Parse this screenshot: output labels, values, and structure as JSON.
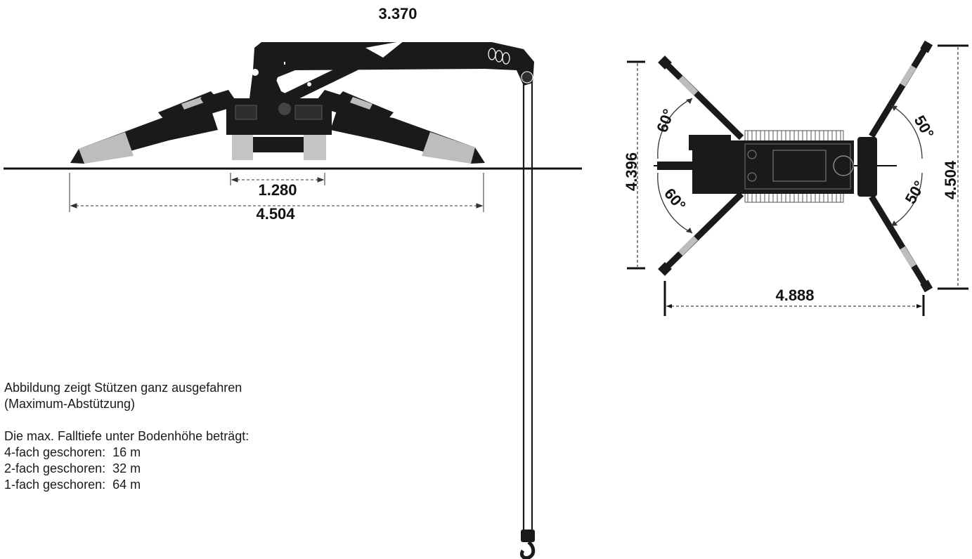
{
  "side_view": {
    "boom_length_label": "3.370",
    "track_width_label": "1.280",
    "outrigger_span_label": "4.504"
  },
  "top_view": {
    "length_label": "4.396",
    "width_label": "4.504",
    "span_label": "4.888",
    "angle_front_upper": "60°",
    "angle_front_lower": "60°",
    "angle_rear_upper": "50°",
    "angle_rear_lower": "50°"
  },
  "notes": {
    "line1": "Abbildung zeigt Stützen ganz ausgefahren",
    "line2": "(Maximum-Abstützung)",
    "line3": "Die max. Falltiefe unter Bodenhöhe beträgt:",
    "line4": "4-fach geschoren:  16 m",
    "line5": "2-fach geschoren:  32 m",
    "line6": "1-fach geschoren:  64 m"
  }
}
